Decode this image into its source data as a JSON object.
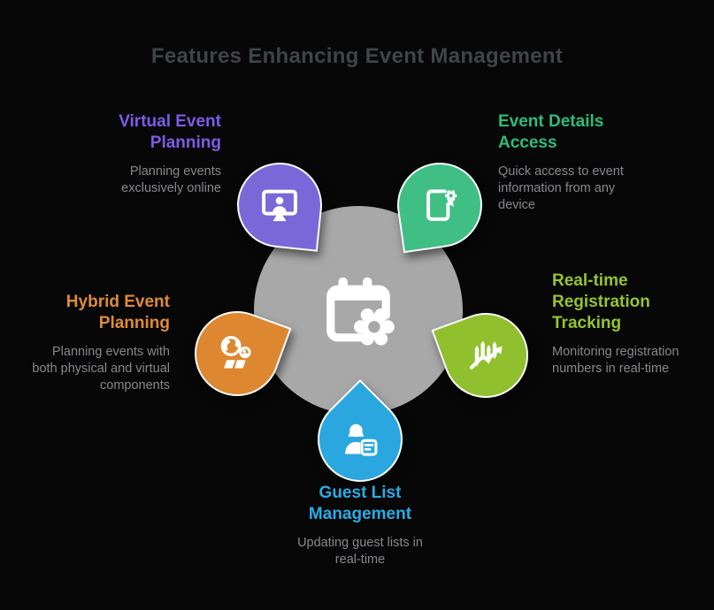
{
  "title": "Features Enhancing Event Management",
  "background": "#070708",
  "text_colors": {
    "heading_gray": "#3f4447",
    "description_gray": "#85888b"
  },
  "center": {
    "icon": "calendar-gear-icon",
    "circle_color": "#a8a8a8"
  },
  "nodes": [
    {
      "id": "virtual-event-planning",
      "title": "Virtual Event\nPlanning",
      "description": "Planning events\nexclusively online",
      "icon": "video-call-icon",
      "bubble_color": "#7a68d9",
      "title_color": "#7c5ce6"
    },
    {
      "id": "event-details-access",
      "title": "Event Details\nAccess",
      "description": "Quick access to event\ninformation from any\ndevice",
      "icon": "tablet-badge-icon",
      "bubble_color": "#40bf85",
      "title_color": "#2dbd78"
    },
    {
      "id": "real-time-registration-tracking",
      "title": "Real-time\nRegistration\nTracking",
      "description": "Monitoring registration\nnumbers in real-time",
      "icon": "chart-growth-icon",
      "bubble_color": "#90c02e",
      "title_color": "#96c32f"
    },
    {
      "id": "guest-list-management",
      "title": "Guest List\nManagement",
      "description": "Updating guest lists in\nreal-time",
      "icon": "person-note-icon",
      "bubble_color": "#29a7de",
      "title_color": "#2aabe4"
    },
    {
      "id": "hybrid-event-planning",
      "title": "Hybrid Event\nPlanning",
      "description": "Planning events with\nboth physical and virtual\ncomponents",
      "icon": "globe-people-icon",
      "bubble_color": "#dd8730",
      "title_color": "#e08b38"
    }
  ]
}
